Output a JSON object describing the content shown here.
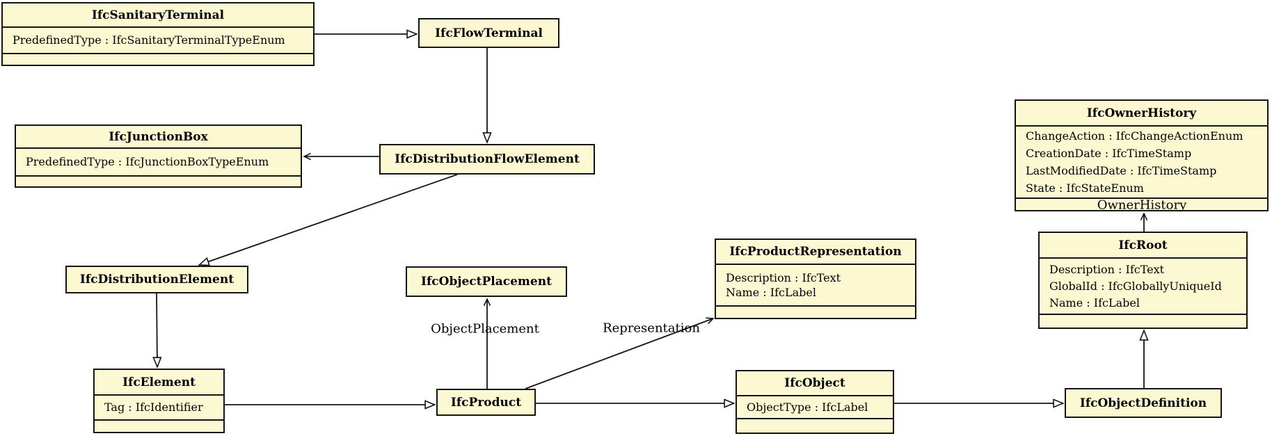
{
  "diagram": {
    "classes": [
      {
        "name": "IfcSanitaryTerminal",
        "attributes": [
          "PredefinedType : IfcSanitaryTerminalTypeEnum"
        ]
      },
      {
        "name": "IfcFlowTerminal",
        "attributes": []
      },
      {
        "name": "IfcJunctionBox",
        "attributes": [
          "PredefinedType : IfcJunctionBoxTypeEnum"
        ]
      },
      {
        "name": "IfcDistributionFlowElement",
        "attributes": []
      },
      {
        "name": "IfcOwnerHistory",
        "attributes": [
          "ChangeAction : IfcChangeActionEnum",
          "CreationDate : IfcTimeStamp",
          "LastModifiedDate : IfcTimeStamp",
          "State : IfcStateEnum"
        ]
      },
      {
        "name": "IfcDistributionElement",
        "attributes": []
      },
      {
        "name": "IfcObjectPlacement",
        "attributes": []
      },
      {
        "name": "IfcProductRepresentation",
        "attributes": [
          "Description : IfcText",
          "Name : IfcLabel"
        ]
      },
      {
        "name": "IfcRoot",
        "attributes": [
          "Description : IfcText",
          "GlobalId : IfcGloballyUniqueId",
          "Name : IfcLabel"
        ]
      },
      {
        "name": "IfcElement",
        "attributes": [
          "Tag : IfcIdentifier"
        ]
      },
      {
        "name": "IfcProduct",
        "attributes": []
      },
      {
        "name": "IfcObject",
        "attributes": [
          "ObjectType : IfcLabel"
        ]
      },
      {
        "name": "IfcObjectDefinition",
        "attributes": []
      }
    ],
    "edge_labels": {
      "object_placement": "ObjectPlacement",
      "representation": "Representation",
      "owner_history": "OwnerHistory"
    },
    "colors": {
      "class_fill": "#FCF8D1",
      "line": "#141414",
      "background": "#ffffff"
    }
  }
}
